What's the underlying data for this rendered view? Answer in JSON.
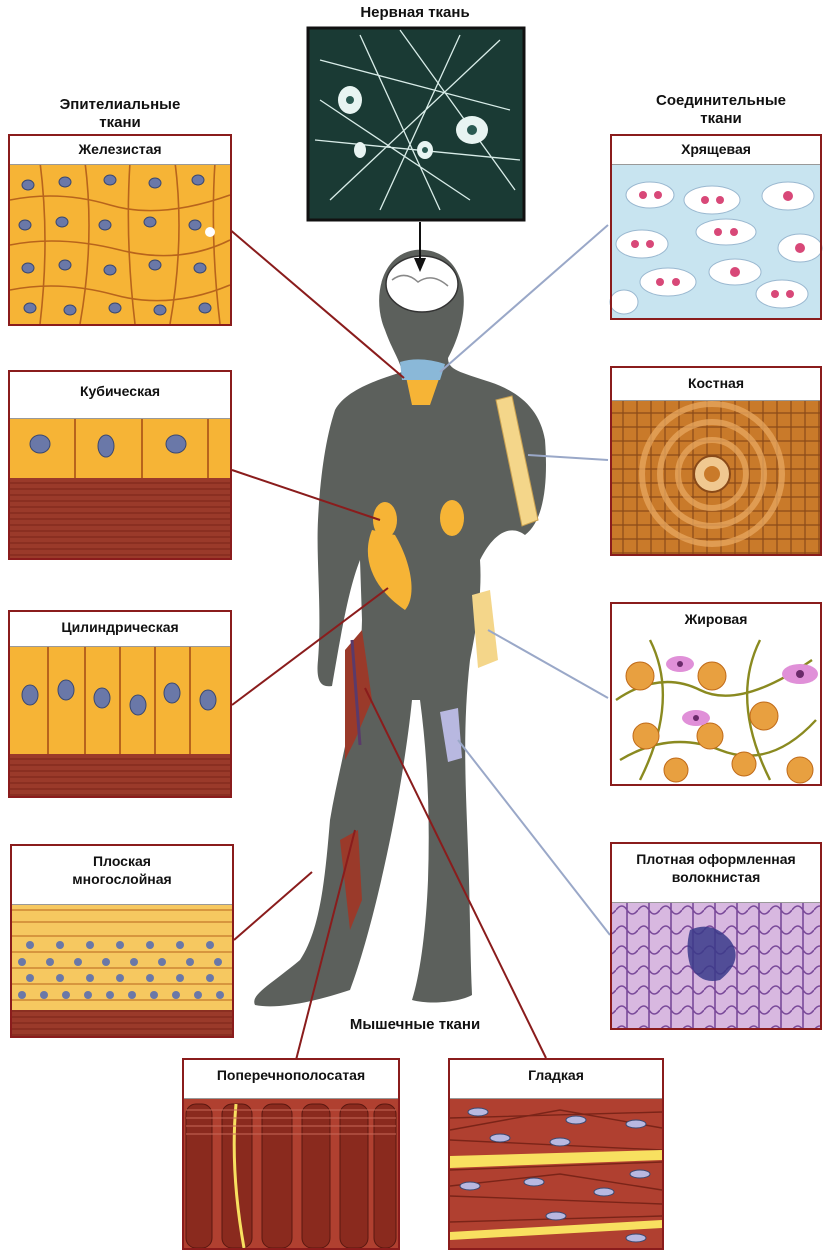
{
  "groups": {
    "nervous": "Нервная ткань",
    "epithelial": "Эпителиальные ткани",
    "connective": "Соединительные ткани",
    "muscle": "Мышечные ткани"
  },
  "panels": {
    "glandular": "Железистая",
    "cuboidal": "Кубическая",
    "columnar": "Цилиндрическая",
    "stratified": "Плоская многослойная",
    "cartilage": "Хрящевая",
    "bone": "Костная",
    "adipose": "Жировая",
    "dense": "Плотная оформленная волокнистая",
    "striated": "Поперечнополосатая",
    "smooth": "Гладкая"
  },
  "colors": {
    "frame": "#8a1c1c",
    "body": "#5c605c",
    "tissue_orange": "#f6b436",
    "nucleus": "#6a78a8",
    "muscle_red": "#9a3a2a"
  }
}
